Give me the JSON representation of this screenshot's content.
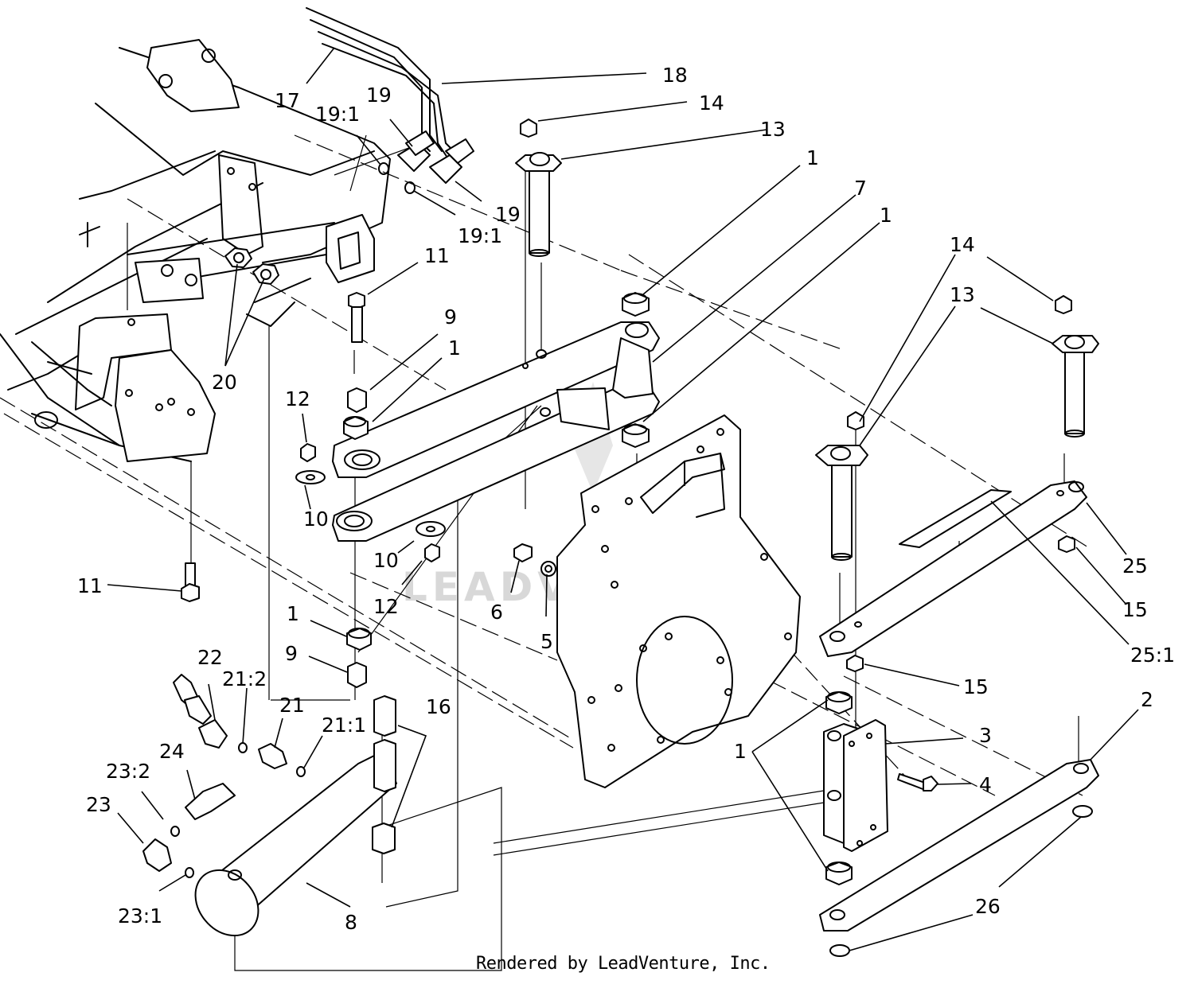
{
  "watermark": "LEADVENTURE",
  "credit": "Rendered by LeadVenture, Inc.",
  "callouts": {
    "c17": "17",
    "c18": "18",
    "c19a": "19",
    "c19b": "19",
    "c19_1a": "19:1",
    "c19_1b": "19:1",
    "c14a": "14",
    "c13a": "13",
    "c1a": "1",
    "c7": "7",
    "c1b": "1",
    "c11a": "11",
    "c9a": "9",
    "c1c": "1",
    "c20": "20",
    "c12a": "12",
    "c10a": "10",
    "c10b": "10",
    "c12b": "12",
    "c6": "6",
    "c5": "5",
    "c11b": "11",
    "c1d": "1",
    "c9b": "9",
    "c22": "22",
    "c21_2": "21:2",
    "c21": "21",
    "c21_1": "21:1",
    "c16": "16",
    "c24": "24",
    "c23_2": "23:2",
    "c23": "23",
    "c23_1": "23:1",
    "c8": "8",
    "c14b": "14",
    "c13b": "13",
    "c25": "25",
    "c15a": "15",
    "c25_1": "25:1",
    "c15b": "15",
    "c2": "2",
    "c3": "3",
    "c4": "4",
    "c1e": "1",
    "c26": "26"
  }
}
